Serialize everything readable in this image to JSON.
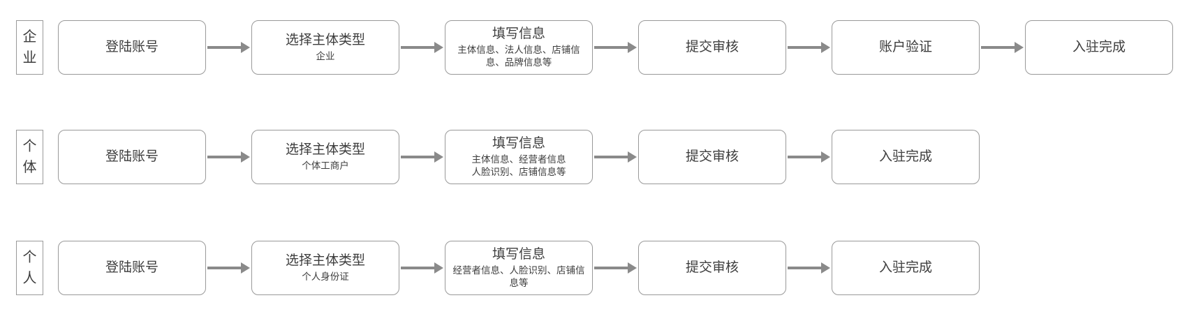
{
  "colors": {
    "border": "#999999",
    "arrow": "#8a8a8a",
    "text": "#3d3d3d",
    "bg": "#ffffff"
  },
  "rows": [
    {
      "label": "企业",
      "steps": [
        {
          "title": "登陆账号"
        },
        {
          "title": "选择主体类型",
          "subtitle": "企业"
        },
        {
          "title": "填写信息",
          "subtitle": "主体信息、法人信息、店铺信\n息、品牌信息等"
        },
        {
          "title": "提交审核"
        },
        {
          "title": "账户验证"
        },
        {
          "title": "入驻完成"
        }
      ]
    },
    {
      "label": "个体",
      "steps": [
        {
          "title": "登陆账号"
        },
        {
          "title": "选择主体类型",
          "subtitle": "个体工商户"
        },
        {
          "title": "填写信息",
          "subtitle": "主体信息、经营者信息\n人脸识别、店铺信息等"
        },
        {
          "title": "提交审核"
        },
        {
          "title": "入驻完成"
        }
      ]
    },
    {
      "label": "个人",
      "steps": [
        {
          "title": "登陆账号"
        },
        {
          "title": "选择主体类型",
          "subtitle": "个人身份证"
        },
        {
          "title": "填写信息",
          "subtitle": "经营者信息、人脸识别、店铺信\n息等"
        },
        {
          "title": "提交审核"
        },
        {
          "title": "入驻完成"
        }
      ]
    }
  ]
}
